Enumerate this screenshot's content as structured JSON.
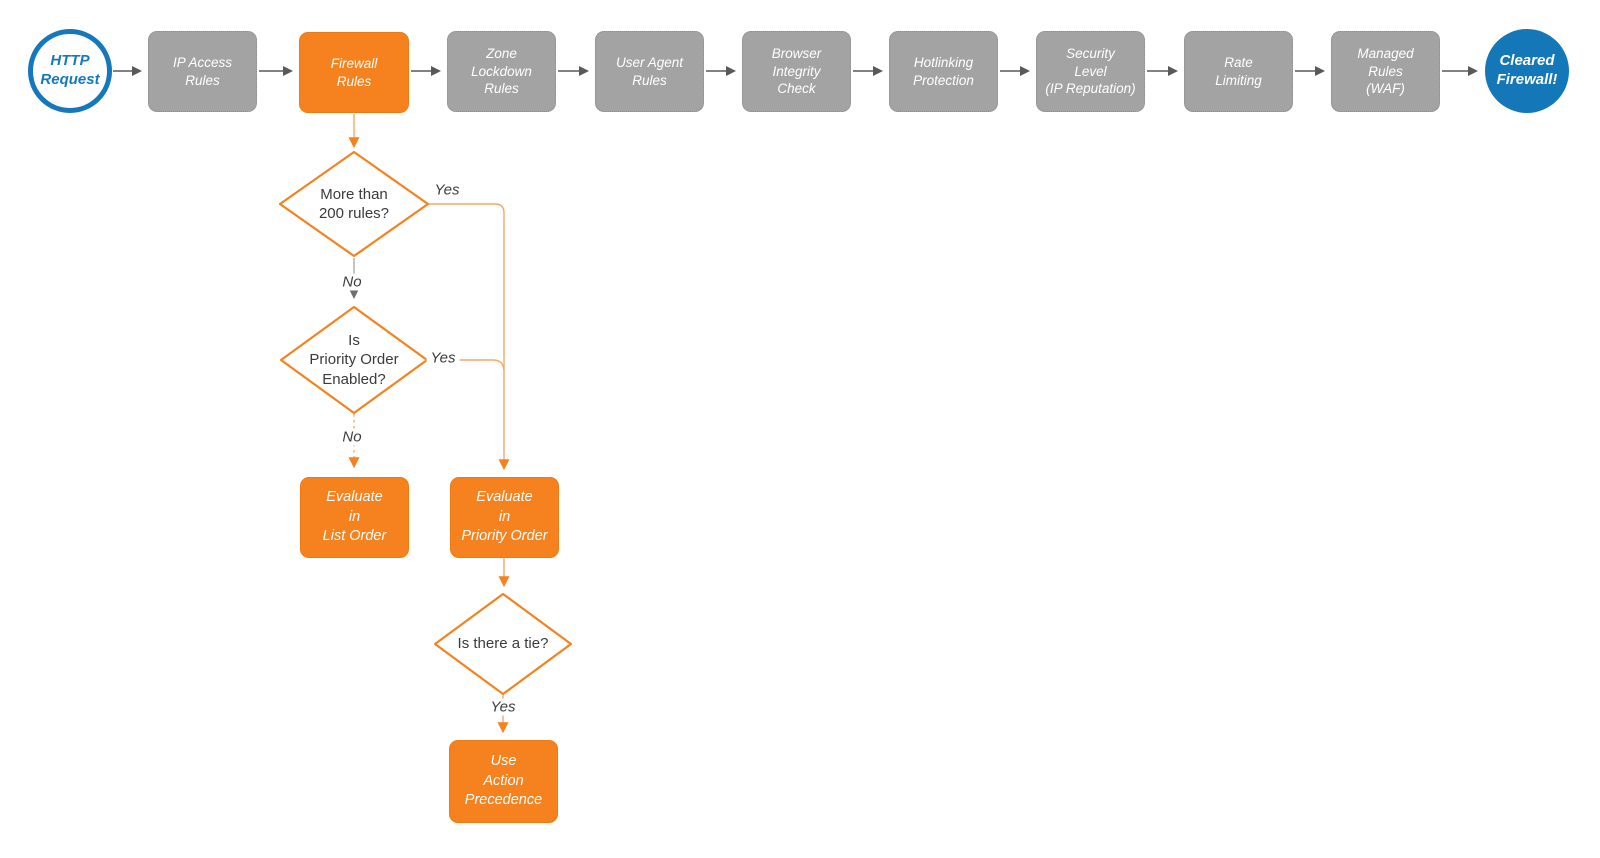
{
  "colors": {
    "accent_orange": "#f6821f",
    "light_orange_line": "#f9a666",
    "accent_blue": "#1578bc",
    "node_gray": "#a3a3a3",
    "arrow_dark": "#595959"
  },
  "start_node": {
    "label": "HTTP\nRequest"
  },
  "end_node": {
    "label": "Cleared\nFirewall!"
  },
  "pipeline": [
    {
      "label": "IP Access\nRules"
    },
    {
      "label": "Firewall\nRules"
    },
    {
      "label": "Zone\nLockdown\nRules"
    },
    {
      "label": "User Agent\nRules"
    },
    {
      "label": "Browser\nIntegrity\nCheck"
    },
    {
      "label": "Hotlinking\nProtection"
    },
    {
      "label": "Security\nLevel\n(IP Reputation)"
    },
    {
      "label": "Rate\nLimiting"
    },
    {
      "label": "Managed\nRules\n(WAF)"
    }
  ],
  "decision_tree": {
    "d1": {
      "question": "More than\n200 rules?",
      "yes_label": "Yes",
      "no_label": "No"
    },
    "d2": {
      "question": "Is\nPriority Order\nEnabled?",
      "yes_label": "Yes",
      "no_label": "No"
    },
    "d3": {
      "question": "Is there a tie?",
      "yes_label": "Yes"
    },
    "outcome_list_order": {
      "label": "Evaluate\nin\nList Order"
    },
    "outcome_priority_order": {
      "label": "Evaluate\nin\nPriority Order"
    },
    "outcome_action_precedence": {
      "label": "Use\nAction\nPrecedence"
    }
  }
}
